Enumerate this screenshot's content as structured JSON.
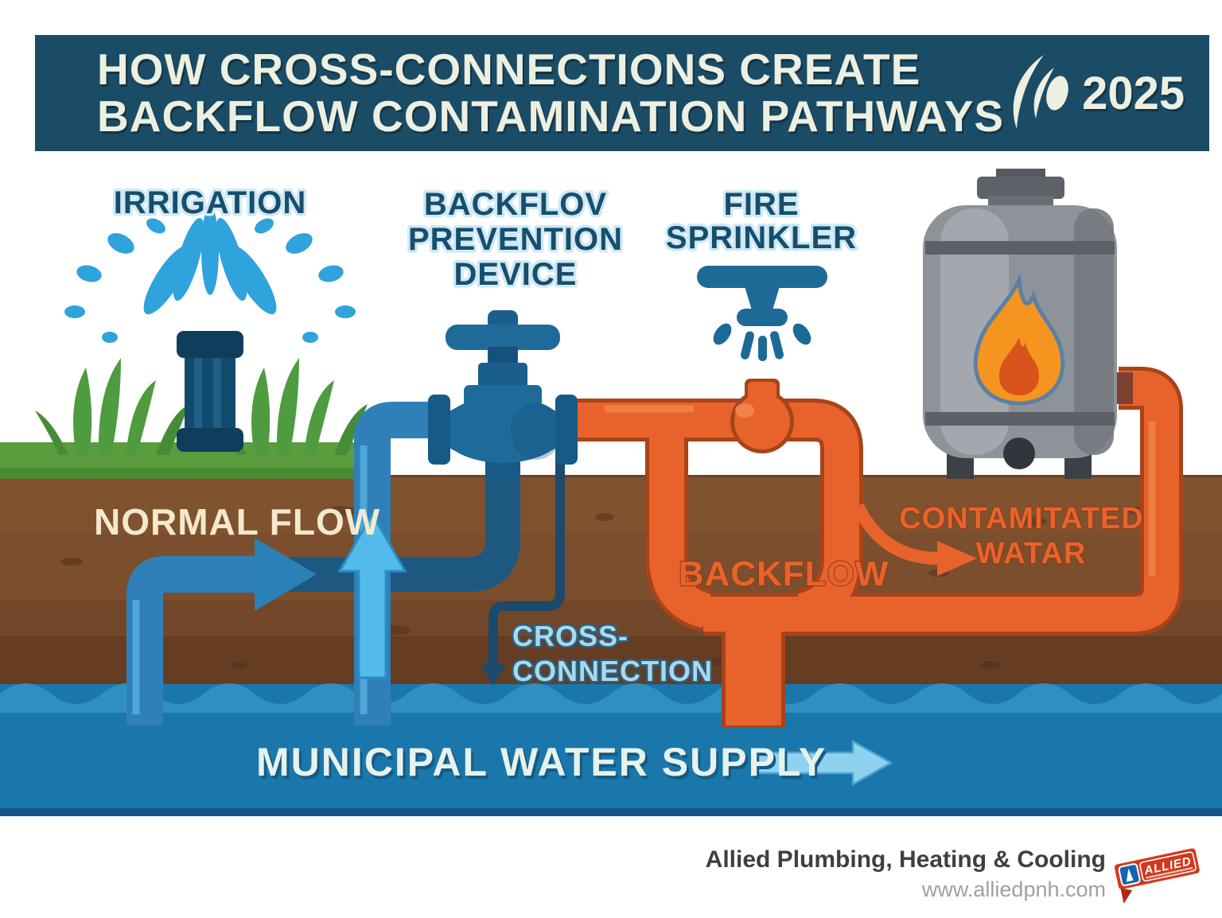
{
  "header": {
    "title_line1": "HOW CROSS-CONNECTIONS CREATE",
    "title_line2": "BACKFLOW CONTAMINATION PATHWAYS",
    "year": "2025"
  },
  "labels": {
    "irrigation": "IRRIGATION",
    "backflow_device_line1": "BACKFLOV",
    "backflow_device_line2": "PREVENTION",
    "backflow_device_line3": "DEVICE",
    "fire_sprinkler_line1": "FIRE",
    "fire_sprinkler_line2": "SPRINKLER"
  },
  "annotations": {
    "normal_flow": "NORMAL FLOW",
    "backflow": "BACKFLOW",
    "contaminated_line1": "CONTAMITATED",
    "contaminated_line2": "WATAR",
    "cross_connection_line1": "CROSS-",
    "cross_connection_line2": "CONNECTION",
    "municipal_water_supply": "MUNICIPAL WATER SUPPLY"
  },
  "footer": {
    "company": "Allied Plumbing, Heating & Cooling",
    "website": "www.alliedpnh.com",
    "logo_text": "ALLIED"
  },
  "icons": {
    "header_logo": "crescent-waves-icon",
    "irrigation": "pop-up-sprinkler-icon",
    "spray": "water-spray-icon",
    "backflow_device": "gate-valve-icon",
    "fire_sprinkler": "sprinkler-head-icon",
    "tank": "flammable-tank-icon",
    "flame": "flame-icon",
    "normal_flow_arrow": "right-arrow-icon",
    "riser_arrow": "up-arrow-icon",
    "supply_arrow": "right-arrow-icon",
    "backflow_arrow": "curved-right-arrow-icon",
    "cross_connection_arrow": "down-arrow-icon",
    "footer_logo": "red-ribbon-icon"
  },
  "colors": {
    "header_bg": "#1b4c66",
    "header_text": "#edf0e0",
    "accent_orange": "#e8632b",
    "orange_outline": "#a8431a",
    "pipe_light_blue": "#2f80b8",
    "pipe_dark_blue": "#1d5880",
    "arrow_light_blue": "#52bbec",
    "label_navy": "#174e6e",
    "label_halo": "#cfe9f4",
    "cream_text": "#f3e9ce",
    "cross_connection_text": "#a9d9ea",
    "water_blue": "#1a77ac",
    "water_light": "#2f8fc2",
    "water_dark_line": "#14538a",
    "ground_brown": "#7b4e2d",
    "ground_dark": "#5f3a20",
    "grass_green": "#5a9c3e",
    "spray_blue": "#2fa3dc",
    "tank_grey": "#8e939a",
    "flame_orange": "#f5941e",
    "flame_inner": "#d9531d",
    "logo_red": "#d2391f",
    "footer_text": "#3d3f41",
    "footer_url": "#9ba1a6"
  }
}
